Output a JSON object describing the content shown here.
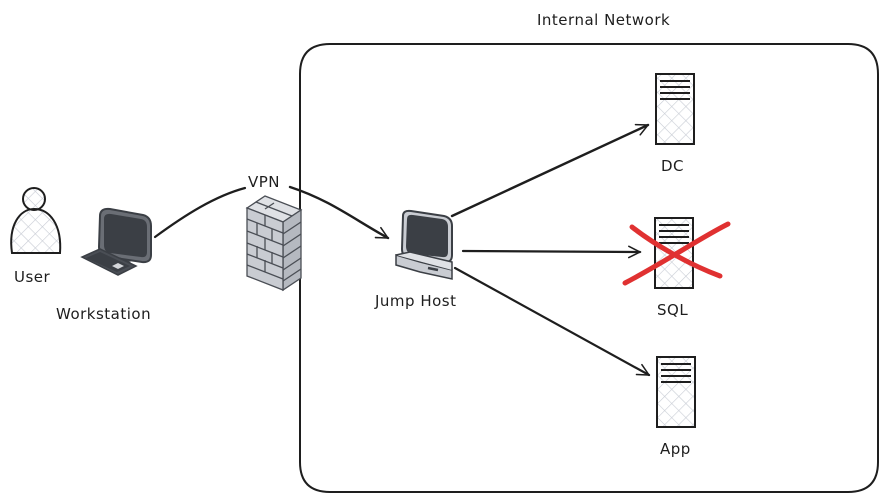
{
  "diagram": {
    "boundary": {
      "label": "Internal Network"
    },
    "nodes": {
      "user": {
        "label": "User",
        "icon": "person-icon"
      },
      "workstation": {
        "label": "Workstation",
        "icon": "desktop-computer-icon"
      },
      "firewall": {
        "icon": "firewall-icon"
      },
      "jump_host": {
        "label": "Jump Host",
        "icon": "computer-monitor-icon"
      },
      "dc": {
        "label": "DC",
        "icon": "server-icon"
      },
      "sql": {
        "label": "SQL",
        "icon": "server-icon",
        "status": "blocked",
        "status_mark": "red-x"
      },
      "app": {
        "label": "App",
        "icon": "server-icon"
      }
    },
    "edges": [
      {
        "from": "Workstation",
        "to": "Jump Host",
        "label": "VPN"
      },
      {
        "from": "Jump Host",
        "to": "DC",
        "label": ""
      },
      {
        "from": "Jump Host",
        "to": "SQL",
        "label": ""
      },
      {
        "from": "Jump Host",
        "to": "App",
        "label": ""
      }
    ],
    "colors": {
      "stroke": "#1e1e1e",
      "device_dark": "#3b3f45",
      "device_light": "#c9ccd2",
      "hatch": "#c8ccd4",
      "blocked": "#e03131"
    }
  }
}
